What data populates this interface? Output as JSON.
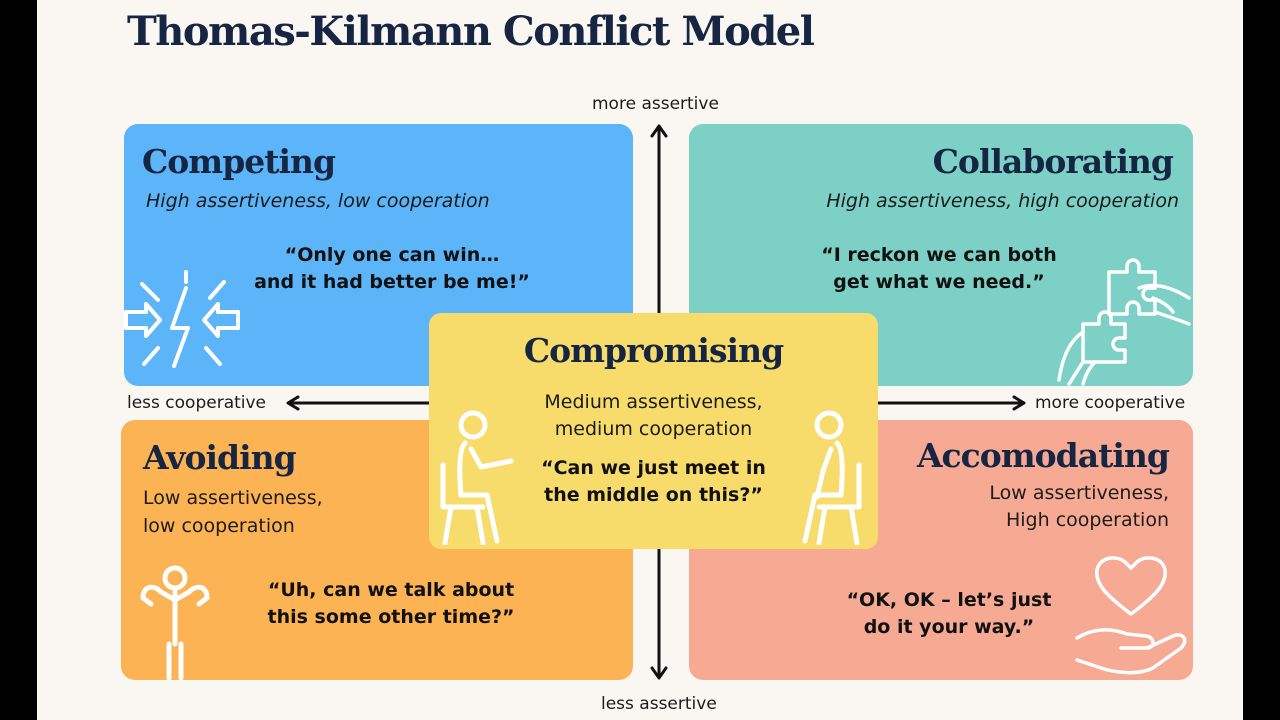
{
  "title": "Thomas-Kilmann Conflict Model",
  "axes": {
    "top": "more assertive",
    "bottom": "less assertive",
    "left": "less cooperative",
    "right": "more cooperative"
  },
  "quadrants": {
    "competing": {
      "title": "Competing",
      "subtitle": "High assertiveness, low cooperation",
      "quote_lines": [
        "“Only one can win…",
        "and it had better be me!”"
      ],
      "icon": "clash-lightning-icon",
      "color": "#5cb4f9"
    },
    "collaborating": {
      "title": "Collaborating",
      "subtitle": "High assertiveness, high cooperation",
      "quote_lines": [
        "“I reckon we can both",
        "get what we need.”"
      ],
      "icon": "puzzle-hands-icon",
      "color": "#7cd0c6"
    },
    "avoiding": {
      "title": "Avoiding",
      "subtitle_lines": [
        "Low assertiveness,",
        "low cooperation"
      ],
      "quote_lines": [
        "“Uh, can we talk about",
        "this some other time?”"
      ],
      "icon": "person-shrug-icon",
      "color": "#fbb353"
    },
    "accommodating": {
      "title": "Accomodating",
      "subtitle_lines": [
        "Low assertiveness,",
        "High cooperation"
      ],
      "quote_lines": [
        "“OK, OK – let’s just",
        "do it your way.”"
      ],
      "icon": "heart-hand-icon",
      "color": "#f7aa93"
    },
    "compromising": {
      "title": "Compromising",
      "subtitle_lines": [
        "Medium assertiveness,",
        "medium cooperation"
      ],
      "quote_lines": [
        "“Can we just meet in",
        "the middle on this?”"
      ],
      "icon": "seated-people-icon",
      "color": "#f7dc6b"
    }
  },
  "colors": {
    "background": "#faf6f2",
    "title": "#152542"
  }
}
